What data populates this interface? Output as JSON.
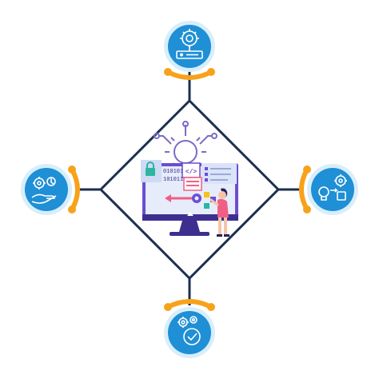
{
  "diagram": {
    "center": {
      "binary_text_left": "010101",
      "binary_text_right": "101011",
      "code_tag": "</>"
    },
    "nodes": [
      {
        "position": "top",
        "icon": "gear-server-icon"
      },
      {
        "position": "right",
        "icon": "lightbulb-process-icon"
      },
      {
        "position": "bottom",
        "icon": "gears-check-icon"
      },
      {
        "position": "left",
        "icon": "hand-gears-icon"
      }
    ]
  },
  "colors": {
    "navy": "#1b2f4f",
    "orange": "#f7a21b",
    "blue": "#1f8fd6",
    "ring": "#d7eefb",
    "pink": "#ef5f84",
    "purple": "#6a4fd1"
  }
}
